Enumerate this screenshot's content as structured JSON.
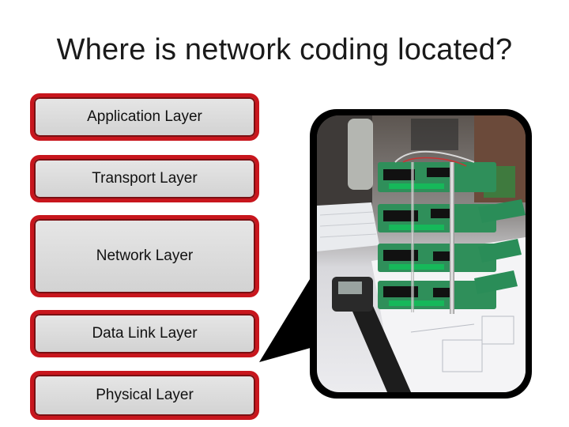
{
  "slide": {
    "title": "Where is network coding located?"
  },
  "layers": [
    {
      "label": "Application Layer"
    },
    {
      "label": "Transport Layer"
    },
    {
      "label": "Network Layer"
    },
    {
      "label": "Data Link Layer"
    },
    {
      "label": "Physical Layer"
    }
  ],
  "colors": {
    "layer_border": "#c8161d",
    "layer_fill": "#dcdcdc",
    "callout": "#000000"
  },
  "photo": {
    "subject": "stacked circuit boards on a desk",
    "icon": "photo-icon"
  }
}
